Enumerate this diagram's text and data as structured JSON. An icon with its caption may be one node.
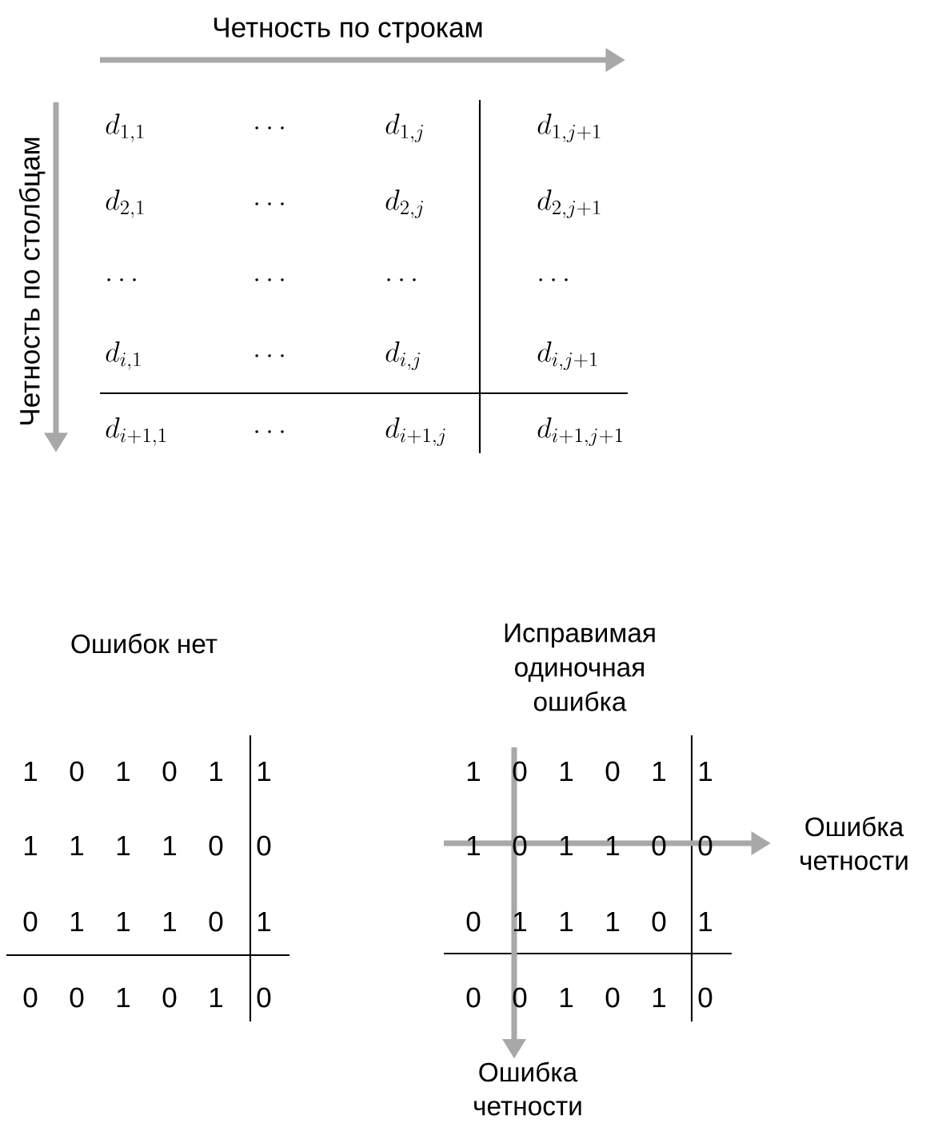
{
  "diagram": {
    "nodes": [
      {
        "text": [
          "Ошибка четности"
        ]
      },
      {
        "text": [
          "Ошибка четности"
        ]
      }
    ],
    "edges": [
      {
        "from": null,
        "to": 0,
        "arrow": "to"
      },
      {
        "from": null,
        "to": 1,
        "arrow": "to"
      }
    ],
    "labels": [
      "Четность по строкам",
      "Четность по столбцам",
      "d_{1,1}",
      "\\dots",
      "d_{1,j}",
      "d_{1,j+1}",
      "d_{2,1}",
      "\\dots",
      "d_{2,j}",
      "d_{2,j+1}",
      "\\dots",
      "\\dots",
      "\\dots",
      "\\dots",
      "d_{i,1}",
      "\\dots",
      "d_{i,j}",
      "d_{i,j+1}",
      "d_{i+1,1}",
      "\\dots",
      "d_{i+1,j}",
      "d_{i+1,j+1}",
      "Ошибок нет",
      "1",
      "0",
      "1",
      "0",
      "1",
      "1",
      "1",
      "1",
      "1",
      "1",
      "0",
      "0",
      "0",
      "1",
      "1",
      "1",
      "0",
      "1",
      "0",
      "0",
      "1",
      "0",
      "1",
      "0",
      "Исправимая одиночная ошибка",
      "1",
      "0",
      "1",
      "0",
      "1",
      "1",
      "1",
      "0",
      "1",
      "1",
      "0",
      "0",
      "0",
      "1",
      "1",
      "1",
      "0",
      "1",
      "0",
      "0",
      "1",
      "0",
      "1",
      "0"
    ]
  }
}
